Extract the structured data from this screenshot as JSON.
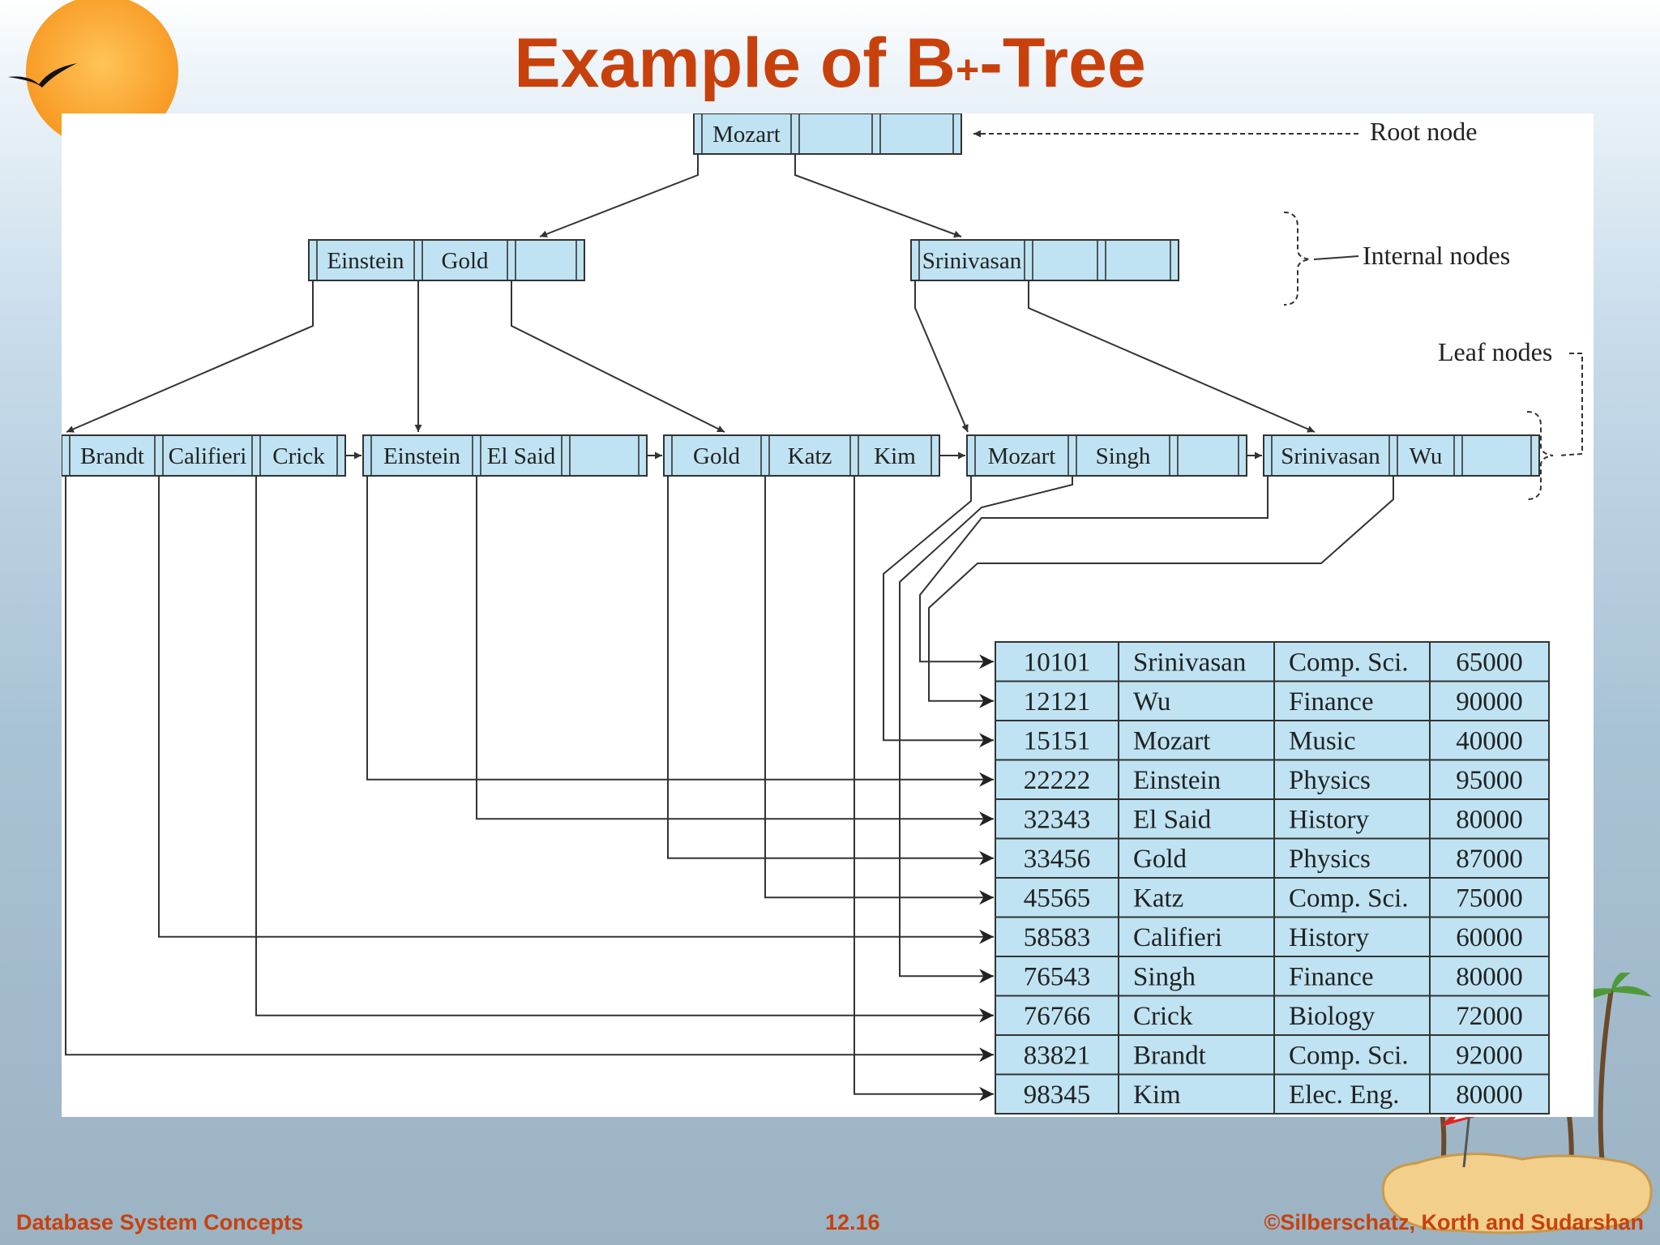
{
  "slide": {
    "title_main": "Example of B",
    "title_sup": "+",
    "title_tail": "-Tree",
    "footer_left": "Database System Concepts",
    "footer_center": "12.16",
    "footer_right": "©Silberschatz, Korth and Sudarshan"
  },
  "diagram": {
    "labels": {
      "root": "Root node",
      "internal": "Internal nodes",
      "leaf": "Leaf nodes"
    },
    "root_node": {
      "keys": [
        "Mozart"
      ]
    },
    "internal_nodes": [
      {
        "keys": [
          "Einstein",
          "Gold"
        ]
      },
      {
        "keys": [
          "Srinivasan"
        ]
      }
    ],
    "leaf_nodes": [
      {
        "keys": [
          "Brandt",
          "Califieri",
          "Crick"
        ]
      },
      {
        "keys": [
          "Einstein",
          "El Said"
        ]
      },
      {
        "keys": [
          "Gold",
          "Katz",
          "Kim"
        ]
      },
      {
        "keys": [
          "Mozart",
          "Singh"
        ]
      },
      {
        "keys": [
          "Srinivasan",
          "Wu"
        ]
      }
    ],
    "records": [
      [
        "10101",
        "Srinivasan",
        "Comp. Sci.",
        "65000"
      ],
      [
        "12121",
        "Wu",
        "Finance",
        "90000"
      ],
      [
        "15151",
        "Mozart",
        "Music",
        "40000"
      ],
      [
        "22222",
        "Einstein",
        "Physics",
        "95000"
      ],
      [
        "32343",
        "El Said",
        "History",
        "80000"
      ],
      [
        "33456",
        "Gold",
        "Physics",
        "87000"
      ],
      [
        "45565",
        "Katz",
        "Comp. Sci.",
        "75000"
      ],
      [
        "58583",
        "Califieri",
        "History",
        "60000"
      ],
      [
        "76543",
        "Singh",
        "Finance",
        "80000"
      ],
      [
        "76766",
        "Crick",
        "Biology",
        "72000"
      ],
      [
        "83821",
        "Brandt",
        "Comp. Sci.",
        "92000"
      ],
      [
        "98345",
        "Kim",
        "Elec. Eng.",
        "80000"
      ]
    ]
  },
  "colors": {
    "title": "#c8410c",
    "node_fill": "#bfe3f2",
    "line": "#333333"
  }
}
